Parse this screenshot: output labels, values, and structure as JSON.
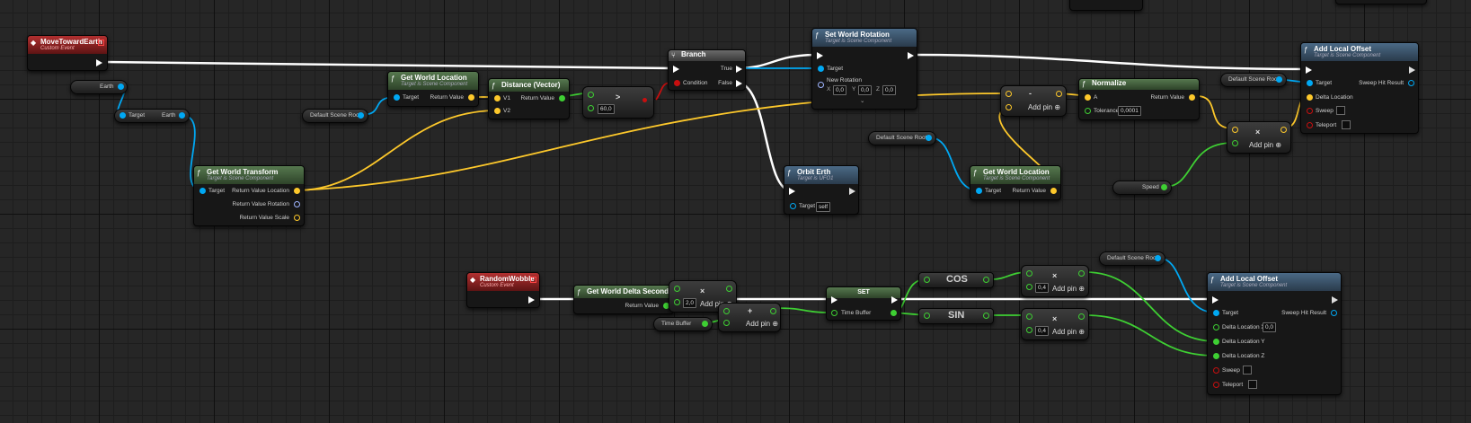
{
  "colors": {
    "exec": "#ffffff",
    "object": "#00a8f3",
    "vector": "#fdc82b",
    "float": "#3ecf33",
    "bool": "#c80f0f",
    "rotator": "#9fb5ff",
    "transform": "#e8a13a"
  },
  "event_move": {
    "title": "MoveTowardEarth",
    "subtitle": "Custom Event"
  },
  "var_earth": {
    "label": "Earth"
  },
  "get_earth": {
    "target": "Target",
    "out": "Earth"
  },
  "get_world_transform": {
    "title": "Get World Transform",
    "subtitle": "Target is Scene Component",
    "target": "Target",
    "out1": "Return Value Location",
    "out2": "Return Value Rotation",
    "out3": "Return Value Scale"
  },
  "default_scene_root_1": {
    "label": "Default Scene Root"
  },
  "get_world_location_1": {
    "title": "Get World Location",
    "subtitle": "Target is Scene Component",
    "target": "Target",
    "out": "Return Value"
  },
  "distance": {
    "title": "Distance (Vector)",
    "v1": "V1",
    "v2": "V2",
    "out": "Return Value"
  },
  "greater": {
    "symbol": ">",
    "value": "60,0"
  },
  "branch": {
    "title": "Branch",
    "condition": "Condition",
    "true_label": "True",
    "false_label": "False"
  },
  "set_world_rotation": {
    "title": "Set World Rotation",
    "subtitle": "Target is Scene Component",
    "target": "Target",
    "new_rotation": "New Rotation",
    "x_label": "X",
    "x": "0,0",
    "y_label": "Y",
    "y": "0,0",
    "z_label": "Z",
    "z": "0,0"
  },
  "orbit_earth": {
    "title": "Orbit Erth",
    "subtitle": "Target is UFO1",
    "target": "Target",
    "self_value": "self"
  },
  "default_scene_root_2": {
    "label": "Default Scene Root"
  },
  "get_world_location_2": {
    "title": "Get World Location",
    "subtitle": "Target is Scene Component",
    "target": "Target",
    "out": "Return Value"
  },
  "subtract": {
    "symbol": "-",
    "add_pin": "Add pin"
  },
  "normalize": {
    "title": "Normalize",
    "a": "A",
    "out": "Return Value",
    "tolerance": "Tolerance",
    "tolerance_value": "0,0001"
  },
  "default_scene_root_3": {
    "label": "Default Scene Root"
  },
  "speed": {
    "label": "Speed"
  },
  "multiply_offset": {
    "symbol": "×",
    "add_pin": "Add pin"
  },
  "add_local_offset_1": {
    "title": "Add Local Offset",
    "subtitle": "Target is Scene Component",
    "target": "Target",
    "sweep_hit": "Sweep Hit Result",
    "delta": "Delta Location",
    "sweep": "Sweep",
    "teleport": "Teleport"
  },
  "event_wobble": {
    "title": "RandomWobble",
    "subtitle": "Custom Event"
  },
  "get_delta_seconds": {
    "title": "Get World Delta Seconds",
    "out": "Return Value"
  },
  "multiply_delta": {
    "symbol": "×",
    "value": "2,0",
    "add_pin": "Add pin"
  },
  "time_buffer_get": {
    "label": "Time Buffer"
  },
  "add_time": {
    "symbol": "+",
    "add_pin": "Add pin"
  },
  "set_time": {
    "title": "SET",
    "pin": "Time Buffer"
  },
  "cos": {
    "label": "COS"
  },
  "sin": {
    "label": "SIN"
  },
  "multiply_cos": {
    "symbol": "×",
    "value": "0,4",
    "add_pin": "Add pin"
  },
  "multiply_sin": {
    "symbol": "×",
    "value": "0,4",
    "add_pin": "Add pin"
  },
  "default_scene_root_4": {
    "label": "Default Scene Root"
  },
  "add_local_offset_2": {
    "title": "Add Local Offset",
    "subtitle": "Target is Scene Component",
    "target": "Target",
    "sweep_hit": "Sweep Hit Result",
    "dx": "Delta Location X",
    "dx_value": "0,0",
    "dy": "Delta Location Y",
    "dz": "Delta Location Z",
    "sweep": "Sweep",
    "teleport": "Teleport"
  }
}
